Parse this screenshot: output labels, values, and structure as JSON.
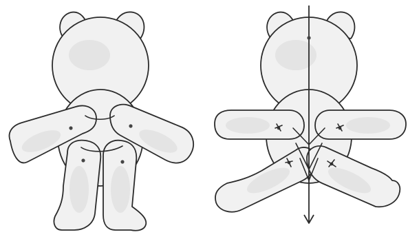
{
  "figures": [
    {
      "id": "bear-assembled",
      "joining": "thread"
    },
    {
      "id": "bear-pivot-diagram",
      "joining": "pivot arrows"
    }
  ],
  "colors": {
    "outline": "#2b2b2b",
    "fill": "#f1f1f1",
    "shade": "#d9d9d9"
  }
}
